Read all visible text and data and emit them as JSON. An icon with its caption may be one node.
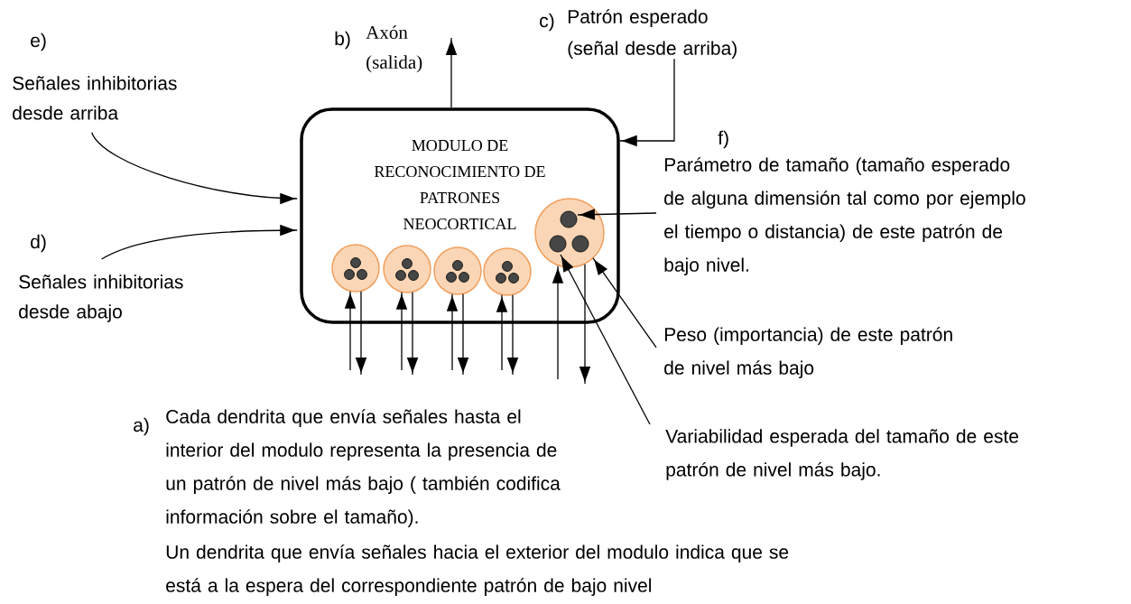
{
  "diagram": {
    "nodes": [
      {
        "text": [
          "MODULO DE RECONOCIMIENTO DE PATRONES NEOCORTICAL"
        ]
      },
      {
        "text": [],
        "shape": "circle",
        "in": 0
      },
      {
        "text": [],
        "shape": "circle",
        "in": 0
      },
      {
        "text": [],
        "shape": "circle",
        "in": 0
      },
      {
        "text": [],
        "shape": "circle",
        "in": 0
      },
      {
        "text": [],
        "shape": "circle",
        "in": 0
      },
      {
        "text": [
          "Señales inhibitorias desde arriba"
        ]
      },
      {
        "text": [
          "Señales inhibitorias desde abajo"
        ]
      },
      {
        "text": [
          "Patrón esperado (señal desde arriba)"
        ]
      },
      {
        "text": [
          "Parámetro de tamaño (tamaño esperado de alguna dimensión tal como por ejemplo el tiempo o distancia) de este patrón de bajo nivel."
        ]
      },
      {
        "text": [
          "Peso (importancia) de este patrón de nivel más bajo"
        ]
      },
      {
        "text": [
          "Variabilidad esperada del tamaño de este patrón de nivel más bajo."
        ]
      }
    ],
    "edges": [
      {
        "from": 6,
        "to": 0,
        "arrow": "to"
      },
      {
        "from": 7,
        "to": 0,
        "arrow": "to"
      },
      {
        "from": 0,
        "to": null,
        "arrow": "to"
      },
      {
        "from": 8,
        "to": 0,
        "arrow": "to"
      },
      {
        "from": 9,
        "to": 5,
        "arrow": "to"
      },
      {
        "from": 10,
        "to": 5,
        "arrow": "to"
      },
      {
        "from": 11,
        "to": 5,
        "arrow": "to"
      },
      {
        "from": null,
        "to": 1,
        "arrow": "to"
      },
      {
        "from": null,
        "to": 2,
        "arrow": "to"
      },
      {
        "from": null,
        "to": 3,
        "arrow": "to"
      },
      {
        "from": null,
        "to": 4,
        "arrow": "to"
      },
      {
        "from": 1,
        "to": null,
        "arrow": "to"
      },
      {
        "from": 2,
        "to": null,
        "arrow": "to"
      },
      {
        "from": 3,
        "to": null,
        "arrow": "to"
      },
      {
        "from": 4,
        "to": null,
        "arrow": "to"
      },
      {
        "from": null,
        "to": 5,
        "arrow": "to"
      },
      {
        "from": 5,
        "to": null,
        "arrow": "to"
      }
    ],
    "labels": [
      "e)",
      "b)",
      "Axón (salida)",
      "c)",
      "f)",
      "d)",
      "a)",
      "Cada dendrita que envía señales hasta el interior del modulo representa la presencia de un patrón de nivel más bajo ( también codifica información sobre el tamaño).",
      "Un dendrita que envía señales hacia el exterior del modulo indica que se está a la espera del correspondiente patrón de bajo nivel"
    ]
  }
}
